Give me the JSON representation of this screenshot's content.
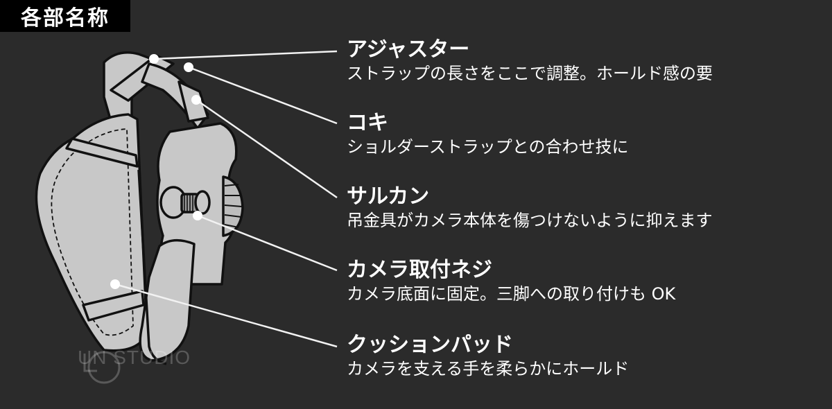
{
  "title": "各部名称",
  "colors": {
    "background": "#2b2b2b",
    "badge_background": "#000000",
    "text": "#ffffff",
    "strap_fill": "#c8c8c8",
    "strap_outline": "#111111",
    "leader_line": "#f2f2f2"
  },
  "parts": [
    {
      "name": "アジャスター",
      "description": "ストラップの長さをここで調整。ホールド感の要"
    },
    {
      "name": "コキ",
      "description": "ショルダーストラップとの合わせ技に"
    },
    {
      "name": "サルカン",
      "description": "吊金具がカメラ本体を傷つけないように抑えます"
    },
    {
      "name": "カメラ取付ネジ",
      "description": "カメラ底面に固定。三脚への取り付けも OK"
    },
    {
      "name": "クッションパッド",
      "description": "カメラを支える手を柔らかにホールド"
    }
  ],
  "watermark": "UN STUDIO",
  "illustration": "hand-strap-line-drawing"
}
